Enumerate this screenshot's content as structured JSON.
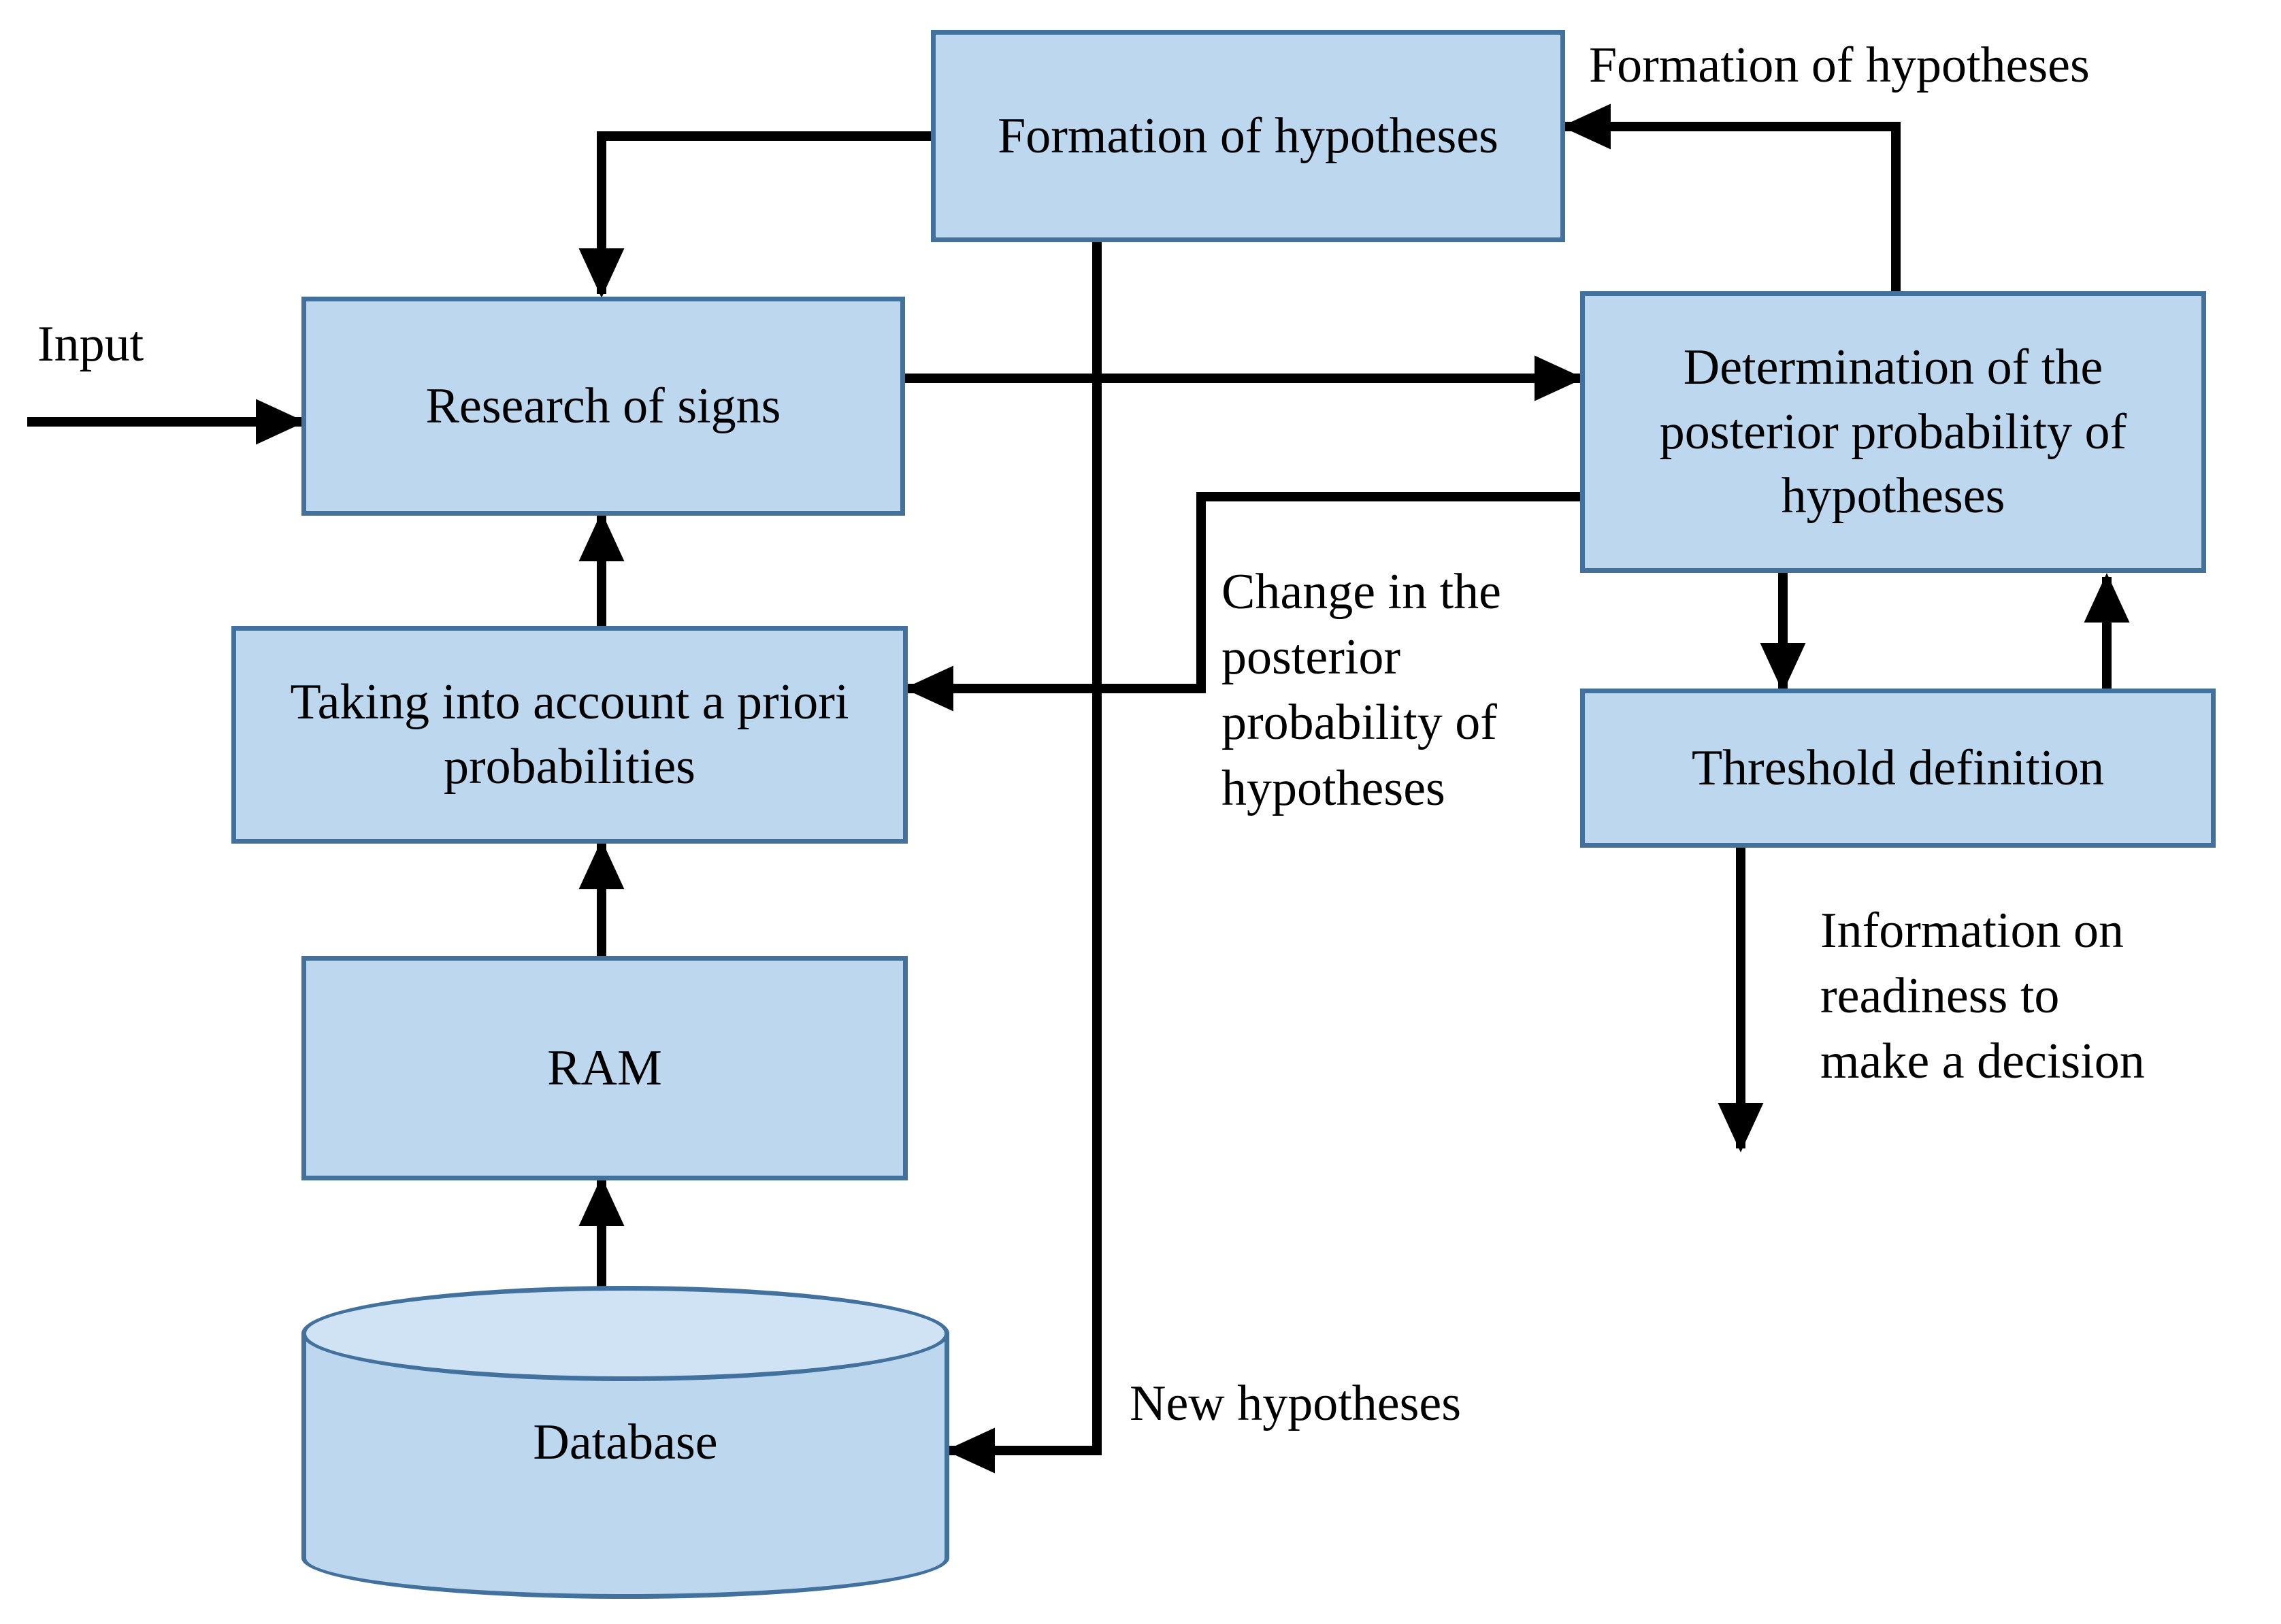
{
  "diagram": {
    "title": "Bayesian hypothesis evaluation flowchart",
    "colors": {
      "node_fill": "#bdd7ee",
      "node_border": "#41719c",
      "cylinder_top_fill": "#cfe3f5",
      "connector": "#000000",
      "background": "#ffffff"
    },
    "nodes": [
      {
        "id": "formation",
        "label": "Formation of\nhypotheses"
      },
      {
        "id": "research",
        "label": "Research of signs"
      },
      {
        "id": "determination",
        "label": "Determination of the\nposterior probability\nof hypotheses"
      },
      {
        "id": "threshold",
        "label": "Threshold definition"
      },
      {
        "id": "apriori",
        "label": "Taking into account a\npriori probabilities"
      },
      {
        "id": "ram",
        "label": "RAM"
      },
      {
        "id": "database",
        "label": "Database"
      }
    ],
    "labels": [
      {
        "id": "input",
        "text": "Input"
      },
      {
        "id": "formation-of-hypotheses-edge",
        "text": "Formation of hypotheses"
      },
      {
        "id": "change-posterior",
        "text": "Change in the\nposterior\nprobability of\nhypotheses"
      },
      {
        "id": "readiness",
        "text": "Information on\nreadiness to\nmake a decision"
      },
      {
        "id": "new-hypotheses",
        "text": "New hypotheses"
      }
    ],
    "edges": [
      {
        "from": "input",
        "to": "research",
        "label": "Input"
      },
      {
        "from": "formation",
        "to": "research",
        "label": ""
      },
      {
        "from": "research",
        "to": "determination",
        "label": ""
      },
      {
        "from": "determination",
        "to": "formation",
        "label": "Formation of hypotheses"
      },
      {
        "from": "determination",
        "to": "apriori",
        "label": "Change in the posterior probability of hypotheses"
      },
      {
        "from": "determination",
        "to": "threshold",
        "label": ""
      },
      {
        "from": "threshold",
        "to": "determination",
        "label": ""
      },
      {
        "from": "threshold",
        "to": "output",
        "label": "Information on readiness to make a decision"
      },
      {
        "from": "apriori",
        "to": "research",
        "label": ""
      },
      {
        "from": "ram",
        "to": "apriori",
        "label": ""
      },
      {
        "from": "database",
        "to": "ram",
        "label": ""
      },
      {
        "from": "formation",
        "to": "database",
        "label": "New hypotheses"
      }
    ]
  }
}
